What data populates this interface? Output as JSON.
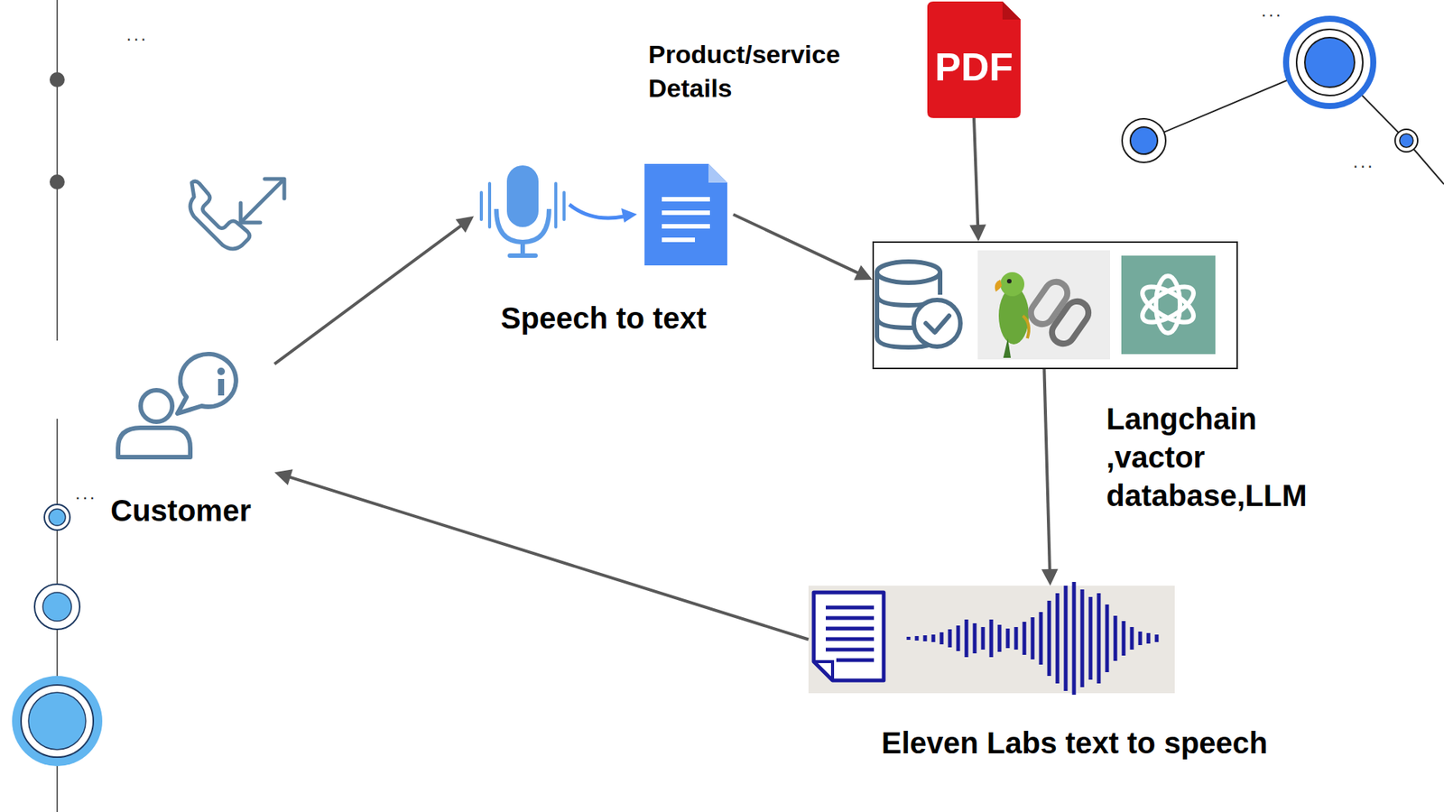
{
  "diagram": {
    "nodes": [
      {
        "text": [
          "Customer"
        ]
      },
      {
        "text": [
          "Speech to text"
        ]
      },
      {
        "text": [
          "Product/service Details",
          "PDF"
        ]
      },
      {
        "text": [
          "Langchain ,vactor database,LLM"
        ]
      },
      {
        "text": [
          "Eleven Labs text to speech"
        ]
      }
    ],
    "edges": [
      {
        "from": 0,
        "to": 1,
        "arrow": "to"
      },
      {
        "from": 1,
        "to": 3,
        "arrow": "to"
      },
      {
        "from": 2,
        "to": 3,
        "arrow": "to"
      },
      {
        "from": 3,
        "to": 4,
        "arrow": "to"
      },
      {
        "from": 4,
        "to": 0,
        "arrow": "to"
      }
    ],
    "labels": [
      "...",
      "...",
      "...",
      "..."
    ]
  }
}
